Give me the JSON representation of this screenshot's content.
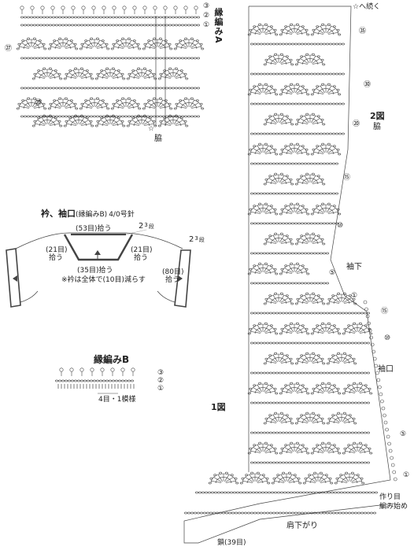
{
  "top": {
    "edging_a": "縁編みA",
    "edging_rows": [
      "③",
      "②",
      "①"
    ],
    "row_marks": [
      "㉗",
      "⑳"
    ],
    "side_mark": "☆",
    "side_label": "脇"
  },
  "collar": {
    "title": "衿、袖口",
    "pattern": "(縁編みB)",
    "hook": "4/0号針",
    "pick_53": "(53目)拾う",
    "pick_21_left": "(21目)",
    "pick_21_left2": "拾う",
    "pick_21_right": "(21目)",
    "pick_21_right2": "拾う",
    "pick_35": "(35目)拾う",
    "rows_left": "2",
    "rows_left_frac": "3",
    "rows_left_unit": "段",
    "rows_right": "2",
    "rows_right_frac": "3",
    "rows_right_unit": "段",
    "pick_80": "(80目)",
    "pick_80b": "拾う",
    "note": "※衿は全体で(10目)減らす"
  },
  "edging_b": {
    "title": "縁編みB",
    "rows": [
      "③",
      "②",
      "①"
    ],
    "repeat": "4目・1模様"
  },
  "main": {
    "continue_note": "☆へ続く",
    "fig2": "2図",
    "side": "脇",
    "underarm": "袖下",
    "cuff": "袖口",
    "fig1": "1図",
    "start_label": "作り目",
    "start_label2": "編み始め",
    "shoulder": "肩下がり",
    "chain": "鎖(39目)",
    "row_marks": [
      "㉟",
      "㉚",
      "⑳",
      "⑮",
      "⑩",
      "⑤",
      "①"
    ],
    "cuff_marks": [
      "⑮",
      "⑩",
      "⑤",
      "①"
    ]
  }
}
